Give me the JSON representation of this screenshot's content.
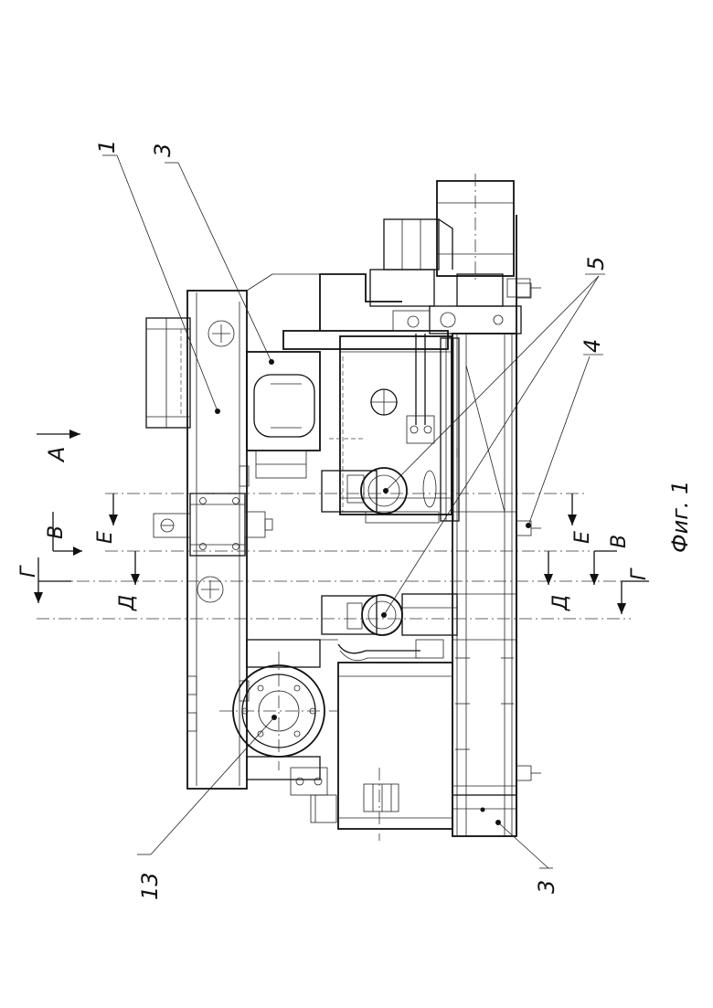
{
  "figure_caption": "Фиг. 1",
  "view_label": "А",
  "section_marks": [
    {
      "id": "V",
      "label": "В"
    },
    {
      "id": "G",
      "label": "Г"
    },
    {
      "id": "E",
      "label": "Е"
    },
    {
      "id": "D",
      "label": "Д"
    }
  ],
  "callouts": [
    {
      "id": "c1",
      "label": "1"
    },
    {
      "id": "c3top",
      "label": "3"
    },
    {
      "id": "c5",
      "label": "5"
    },
    {
      "id": "c4",
      "label": "4"
    },
    {
      "id": "c13",
      "label": "13"
    },
    {
      "id": "c3bottom",
      "label": "3"
    }
  ]
}
